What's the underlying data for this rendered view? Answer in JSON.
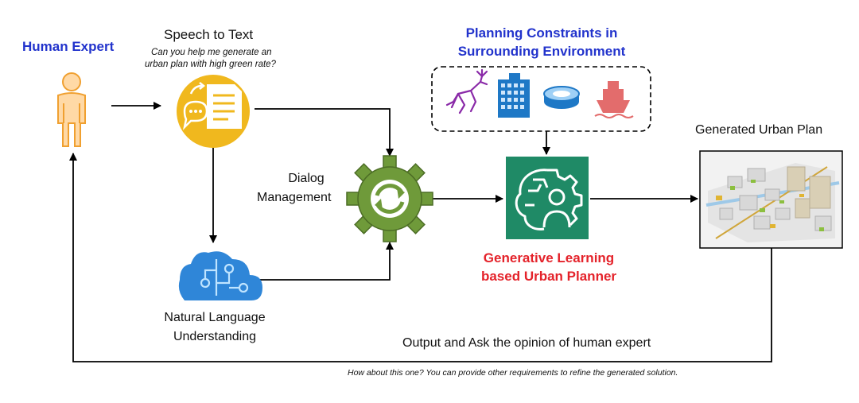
{
  "labels": {
    "human_expert": "Human Expert",
    "speech_to_text": "Speech to Text",
    "user_query_line1": "Can you help me generate an",
    "user_query_line2": "urban plan with high green rate?",
    "planning_constraints_line1": "Planning Constraints in",
    "planning_constraints_line2": "Surrounding Environment",
    "generated_urban_plan": "Generated Urban Plan",
    "dialog_management_line1": "Dialog",
    "dialog_management_line2": "Management",
    "generative_planner_line1": "Generative Learning",
    "generative_planner_line2": "based Urban Planner",
    "nlu_line1": "Natural Language",
    "nlu_line2": "Understanding",
    "output_ask": "Output and Ask the opinion of human expert",
    "system_reply": "How about this one? You can provide other requirements to refine the generated solution."
  },
  "colors": {
    "title_blue": "#2233cc",
    "title_red": "#e4222a",
    "human_fill": "#ffd9a6",
    "human_stroke": "#f0a030",
    "speech_yellow": "#f0b81e",
    "gear_green": "#6f9a3a",
    "planner_green": "#1f8a66",
    "cloud_blue": "#2f86d8"
  },
  "icons": [
    "human-icon",
    "speech-to-text-icon",
    "deer-icon",
    "building-icon",
    "stadium-icon",
    "ship-icon",
    "gear-icon",
    "brain-gear-icon",
    "cloud-circuit-icon",
    "urban-plan-image"
  ]
}
